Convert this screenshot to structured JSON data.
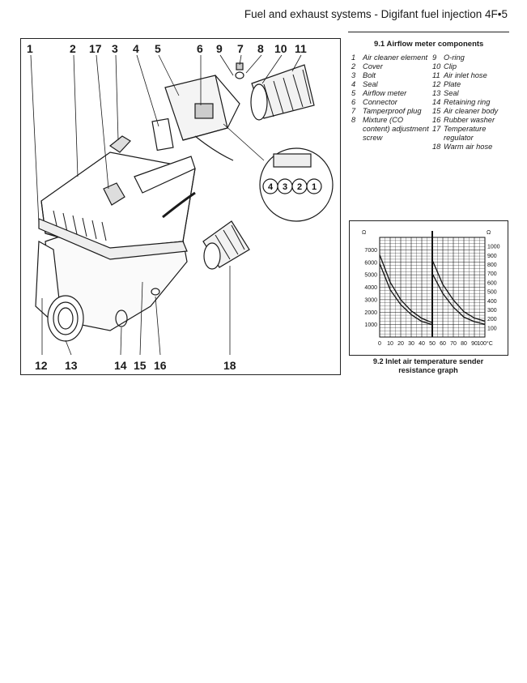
{
  "header": {
    "text": "Fuel and exhaust systems - Digifant fuel injection  4F•5"
  },
  "figure1": {
    "callouts_top": [
      "1",
      "2",
      "17",
      "3",
      "4",
      "5",
      "6",
      "9",
      "7",
      "8",
      "10",
      "11"
    ],
    "callouts_bottom": [
      "12",
      "13",
      "14",
      "15",
      "16",
      "18"
    ],
    "connector_pins": [
      "4",
      "3",
      "2",
      "1"
    ]
  },
  "caption1": {
    "title": "9.1  Airflow meter components",
    "items": [
      {
        "n": "1",
        "t": "Air cleaner element"
      },
      {
        "n": "2",
        "t": "Cover"
      },
      {
        "n": "3",
        "t": "Bolt"
      },
      {
        "n": "4",
        "t": "Seal"
      },
      {
        "n": "5",
        "t": "Airflow meter"
      },
      {
        "n": "6",
        "t": "Connector"
      },
      {
        "n": "7",
        "t": "Tamperproof plug"
      },
      {
        "n": "8",
        "t": "Mixture (CO content) adjustment screw"
      },
      {
        "n": "9",
        "t": "O-ring"
      },
      {
        "n": "10",
        "t": "Clip"
      },
      {
        "n": "11",
        "t": "Air inlet hose"
      },
      {
        "n": "12",
        "t": "Plate"
      },
      {
        "n": "13",
        "t": "Seal"
      },
      {
        "n": "14",
        "t": "Retaining ring"
      },
      {
        "n": "15",
        "t": "Air cleaner body"
      },
      {
        "n": "16",
        "t": "Rubber washer"
      },
      {
        "n": "17",
        "t": "Temperature regulator"
      },
      {
        "n": "18",
        "t": "Warm air hose"
      }
    ]
  },
  "chart_data": {
    "type": "line",
    "title": "",
    "y_left_label": "Ω",
    "y_right_label": "Ω",
    "x_ticks": [
      "0",
      "10",
      "20",
      "30",
      "40",
      "50",
      "60",
      "70",
      "80",
      "90",
      "100°C"
    ],
    "x_values": [
      0,
      10,
      20,
      30,
      40,
      50,
      60,
      70,
      80,
      90,
      100
    ],
    "y_left_ticks": [
      "7000",
      "6000",
      "5000",
      "4000",
      "3000",
      "2000",
      "1000"
    ],
    "y_left_range": [
      0,
      8000
    ],
    "y_right_ticks": [
      "1000",
      "900",
      "800",
      "700",
      "600",
      "500",
      "400",
      "300",
      "200",
      "100"
    ],
    "y_right_range": [
      0,
      1100
    ],
    "marker_x": 50,
    "series": [
      {
        "axis": "left",
        "x": [
          0,
          10,
          20,
          30,
          40,
          50
        ],
        "lower": [
          5900,
          3800,
          2600,
          1800,
          1250,
          1000
        ],
        "upper": [
          6600,
          4400,
          3000,
          2100,
          1500,
          1150
        ]
      },
      {
        "axis": "right",
        "x": [
          50,
          60,
          70,
          80,
          90,
          100
        ],
        "lower": [
          700,
          480,
          330,
          220,
          170,
          140
        ],
        "upper": [
          850,
          580,
          410,
          280,
          210,
          175
        ]
      }
    ],
    "grid": true
  },
  "caption2": {
    "line1": "9.2  Inlet air temperature sender",
    "line2": "resistance graph"
  }
}
